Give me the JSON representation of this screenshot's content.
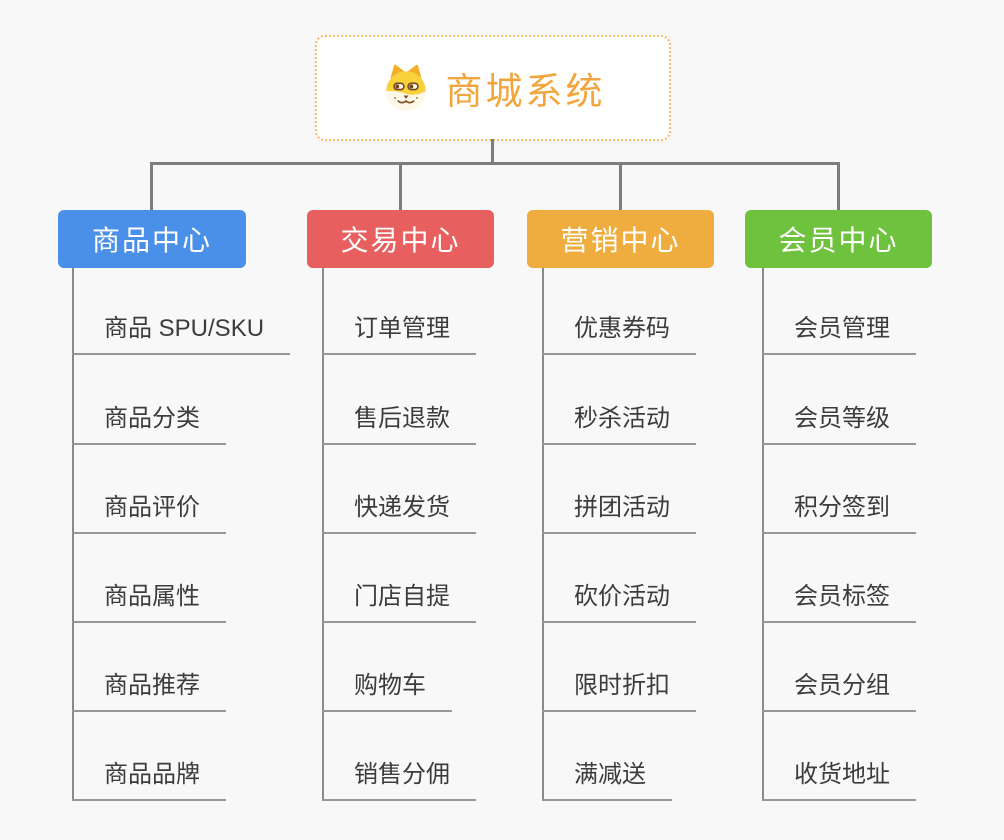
{
  "root": {
    "title": "商城系统",
    "icon": "dog-icon"
  },
  "branches": [
    {
      "label": "商品中心",
      "color": "#4b90e8",
      "items": [
        "商品 SPU/SKU",
        "商品分类",
        "商品评价",
        "商品属性",
        "商品推荐",
        "商品品牌"
      ]
    },
    {
      "label": "交易中心",
      "color": "#e85f5f",
      "items": [
        "订单管理",
        "售后退款",
        "快递发货",
        "门店自提",
        "购物车",
        "销售分佣"
      ]
    },
    {
      "label": "营销中心",
      "color": "#eead3e",
      "items": [
        "优惠券码",
        "秒杀活动",
        "拼团活动",
        "砍价活动",
        "限时折扣",
        "满减送"
      ]
    },
    {
      "label": "会员中心",
      "color": "#6ec23e",
      "items": [
        "会员管理",
        "会员等级",
        "积分签到",
        "会员标签",
        "会员分组",
        "收货地址"
      ]
    }
  ],
  "colors": {
    "background": "#f8f8f8",
    "root_title": "#f2a53c",
    "root_border": "#f3bc6b",
    "connector": "#7d7d7d",
    "leaf_text": "#3c3c3c"
  }
}
